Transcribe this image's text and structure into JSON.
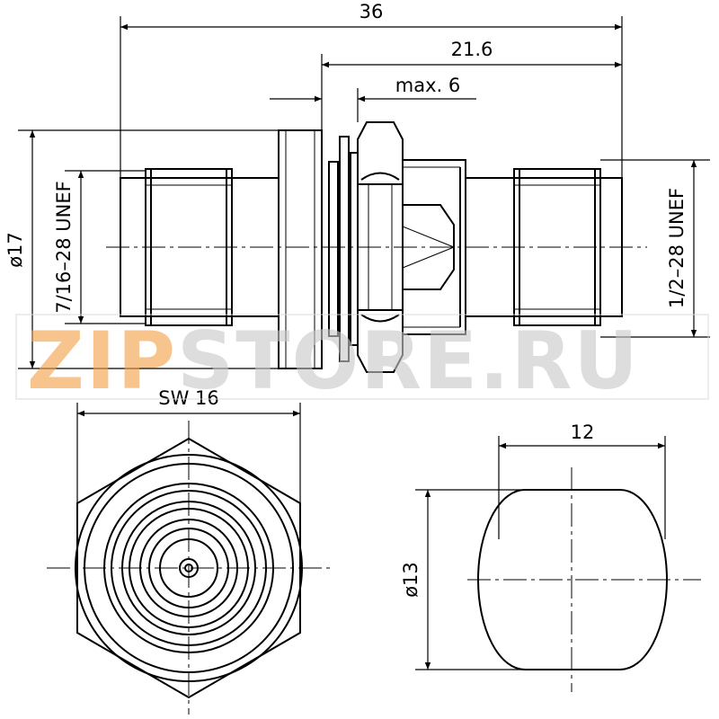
{
  "dimensions": {
    "overall_length": "36",
    "right_length": "21.6",
    "panel_thickness": "max. 6",
    "flange_diameter": "ø17",
    "left_thread": "7/16–28 UNEF",
    "right_thread": "1/2–28 UNEF",
    "wrench_size": "SW 16",
    "cap_width": "12",
    "cap_diameter": "ø13"
  },
  "watermark": {
    "zip": "ZIP",
    "rest": "STORE.RU"
  },
  "colors": {
    "line": "#000000",
    "watermark_orange": "#f5a14a",
    "watermark_gray": "#c9c9c9"
  }
}
